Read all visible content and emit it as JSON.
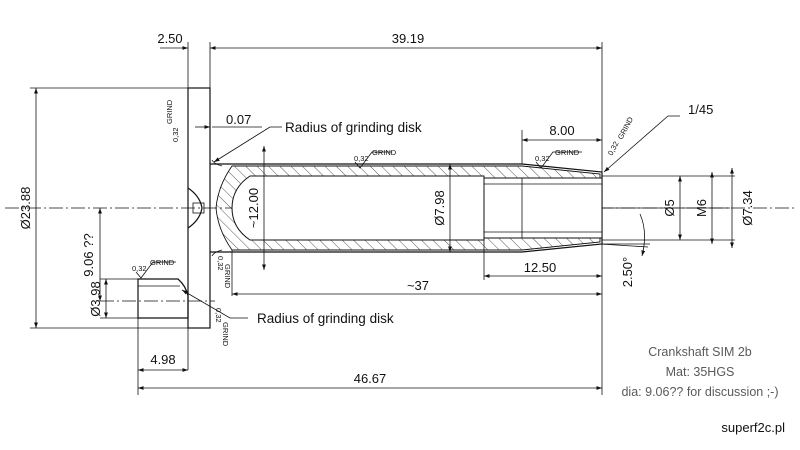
{
  "dimensions": {
    "flange_thickness": "2.50",
    "pin_length": "39.19",
    "gap": "0.07",
    "thread_length": "8.00",
    "chamfer": "1/45",
    "pin_diameter": "Ø7.98",
    "bore_depth": "~12.00",
    "hole_d5": "Ø5",
    "thread_m6": "M6",
    "end_diameter": "Ø7.34",
    "flange_diameter": "Ø23.88",
    "offset": "9.06 ??",
    "boss_diameter": "Ø3.98",
    "boss_length": "4.98",
    "bore_length": "~37",
    "taper_length": "12.50",
    "taper_angle": "2.50°",
    "total_length": "46.67"
  },
  "notes": {
    "radius_label": "Radius of grinding disk",
    "roughness": "0,32",
    "grind": "GRIND"
  },
  "title_block": {
    "title": "Crankshaft SIM 2b",
    "material": "Mat: 35HGS",
    "comment": "dia: 9.06?? for discussion ;-)",
    "site": "superf2c.pl"
  }
}
